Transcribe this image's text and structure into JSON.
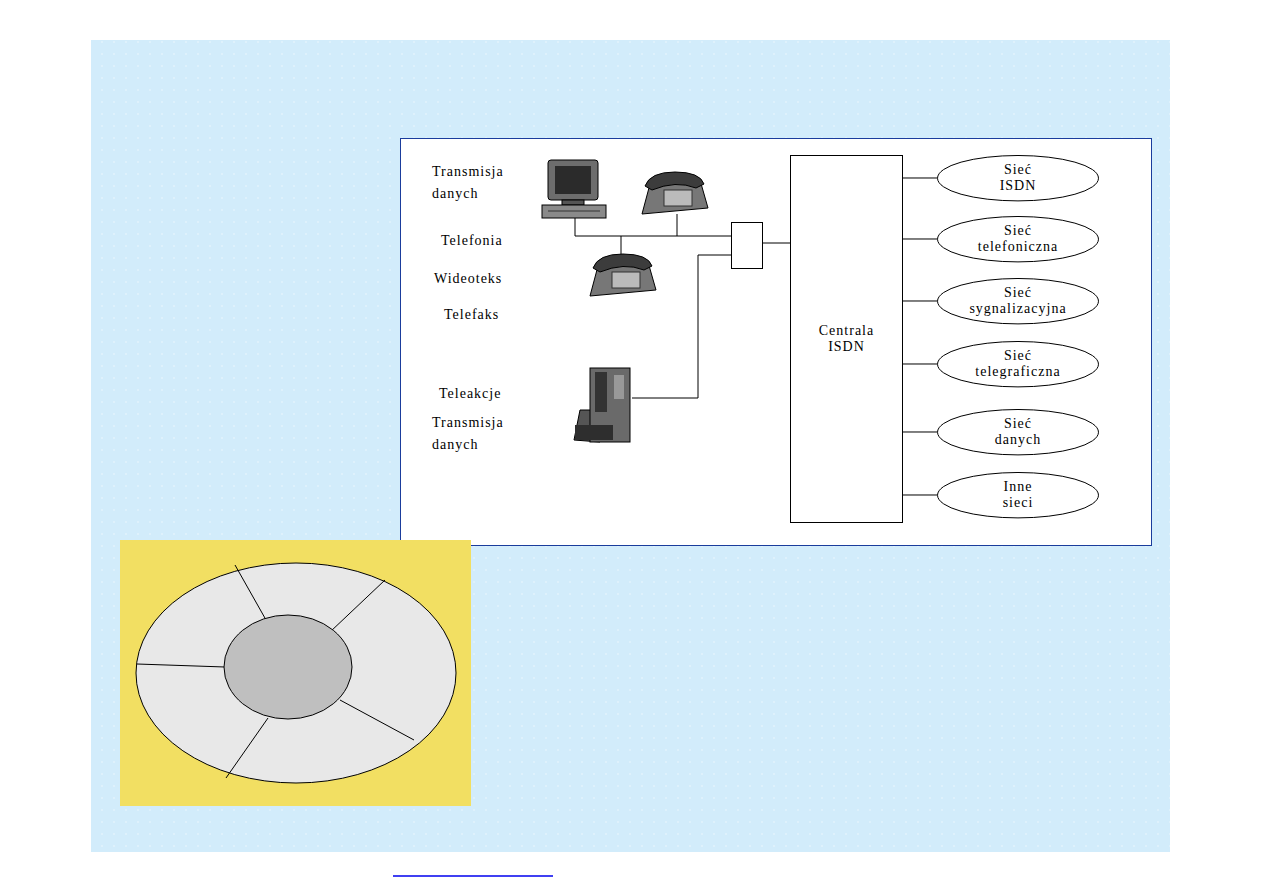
{
  "diagram": {
    "nodes": [
      {
        "text": [
          "Centrala ISDN"
        ]
      },
      {
        "text": [
          "Sieć ISDN"
        ]
      },
      {
        "text": [
          "Sieć telefoniczna"
        ]
      },
      {
        "text": [
          "Sieć sygnalizacyjna"
        ]
      },
      {
        "text": [
          "Sieć telegraficzna"
        ]
      },
      {
        "text": [
          "Sieć danych"
        ]
      },
      {
        "text": [
          "Inne sieci"
        ]
      }
    ],
    "edges": [
      {
        "from": 0,
        "to": 1,
        "arrow": "none"
      },
      {
        "from": 0,
        "to": 2,
        "arrow": "none"
      },
      {
        "from": 0,
        "to": 3,
        "arrow": "none"
      },
      {
        "from": 0,
        "to": 4,
        "arrow": "none"
      },
      {
        "from": 0,
        "to": 5,
        "arrow": "none"
      },
      {
        "from": 0,
        "to": 6,
        "arrow": "none"
      }
    ],
    "labels": [
      "Transmisja danych",
      "Telefonia",
      "Wideoteks",
      "Telefaks",
      "Teleakcje",
      "Transmisja danych"
    ]
  }
}
